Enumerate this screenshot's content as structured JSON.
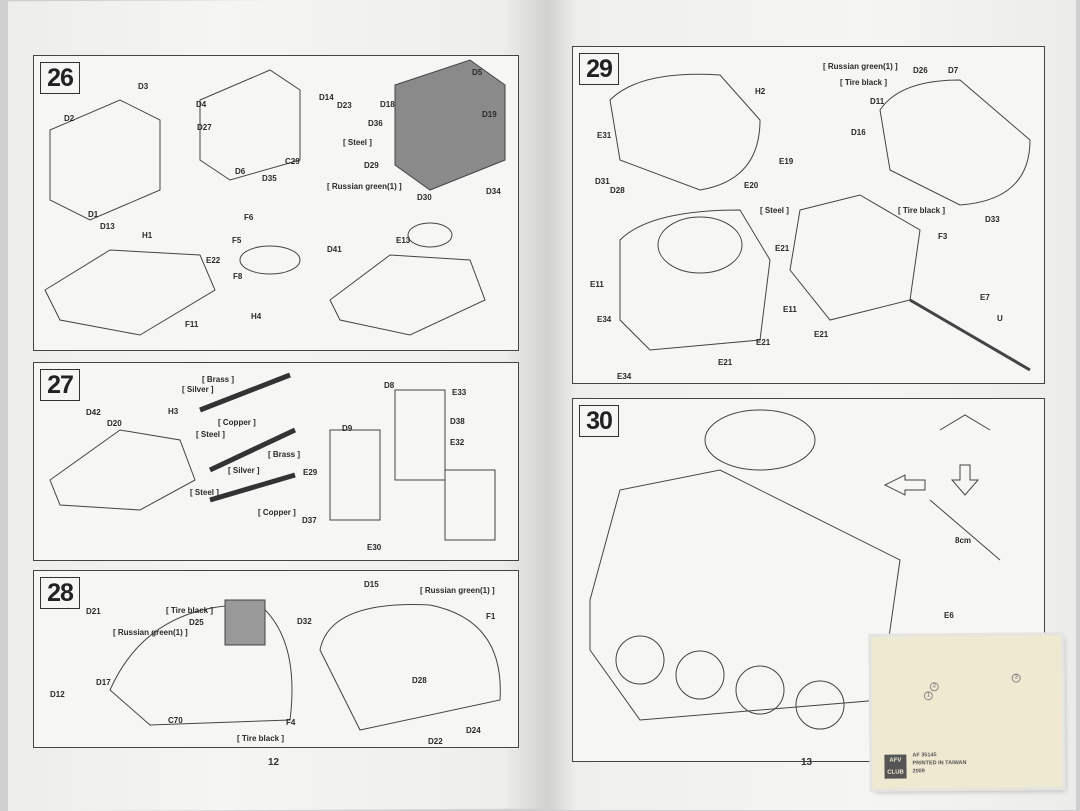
{
  "pages": {
    "left": {
      "number": "12"
    },
    "right": {
      "number": "13"
    }
  },
  "steps": {
    "s26": {
      "number": "26",
      "labels": [
        "D3",
        "D4",
        "D2",
        "D1",
        "D13",
        "D27",
        "D6",
        "D35",
        "C29",
        "D14",
        "D23",
        "[ Steel ]",
        "D5",
        "D18",
        "D36",
        "D19",
        "D29",
        "[ Russian green(1) ]",
        "D30",
        "D34",
        "H1",
        "E22",
        "F11",
        "F6",
        "F5",
        "F8",
        "H4",
        "D41",
        "E13"
      ]
    },
    "s27": {
      "number": "27",
      "labels": [
        "[ Brass ]",
        "[ Silver ]",
        "[ Copper ]",
        "[ Steel ]",
        "[ Brass ]",
        "[ Silver ]",
        "[ Steel ]",
        "[ Copper ]",
        "D42",
        "D20",
        "H3",
        "D8",
        "E33",
        "D38",
        "E32",
        "D9",
        "E29",
        "D37",
        "E30"
      ]
    },
    "s28": {
      "number": "28",
      "labels": [
        "D21",
        "D12",
        "D17",
        "[ Tire black ]",
        "D25",
        "[ Russian green(1) ]",
        "C70",
        "D32",
        "F4",
        "[ Tire black ]",
        "D15",
        "[ Russian green(1) ]",
        "F1",
        "D28",
        "D22",
        "D24"
      ]
    },
    "s29": {
      "number": "29",
      "labels": [
        "H2",
        "E31",
        "D31",
        "D28",
        "E19",
        "E20",
        "[ Steel ]",
        "[ Russian green(1) ]",
        "D26",
        "D7",
        "[ Tire black ]",
        "D11",
        "D16",
        "[ Tire black ]",
        "D33",
        "E21",
        "F3",
        "E11",
        "E34",
        "E34",
        "E11",
        "E21",
        "E21",
        "E21",
        "E7",
        "U"
      ]
    },
    "s30": {
      "number": "30",
      "labels": [
        "E6",
        "8cm"
      ]
    }
  },
  "decal": {
    "logo": "AFV CLUB",
    "code": "AF 35145",
    "printed": "PRINTED IN TAIWAN",
    "year": "2009",
    "numbers": [
      "1",
      "2",
      "3"
    ]
  }
}
